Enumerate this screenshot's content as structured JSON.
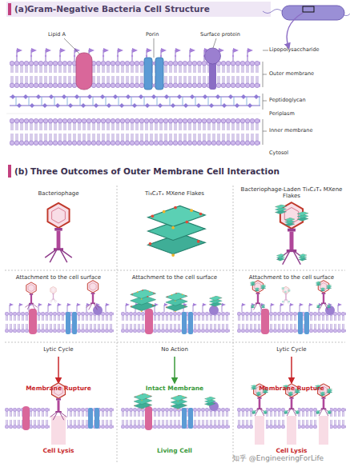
{
  "diagram": {
    "labels": [
      "(a)",
      "Gram-Negative Bacteria Cell Structure",
      "Lipid A",
      "Porin",
      "Surface protein",
      "Lipopolysaccharide",
      "Outer membrane",
      "Peptidoglycan",
      "Periplasm",
      "Inner membrane",
      "Cytosol",
      "(b)",
      "Three Outcomes of Outer Membrane Cell Interaction",
      "Bacteriophage",
      "Ti₃C₂Tₓ MXene Flakes",
      "Bacteriophage-Laden Ti₃C₂Tₓ MXene Flakes",
      "Attachment to the cell surface",
      "Attachment to the cell surface",
      "Attachment to the cell surface",
      "Lytic Cycle",
      "No Action",
      "Lytic Cycle",
      "Membrane Rupture",
      "Intact Membrane",
      "Membrane Rupture",
      "Cell Lysis",
      "Living Cell",
      "Cell Lysis",
      "知乎 @EngineeringForLife"
    ]
  }
}
